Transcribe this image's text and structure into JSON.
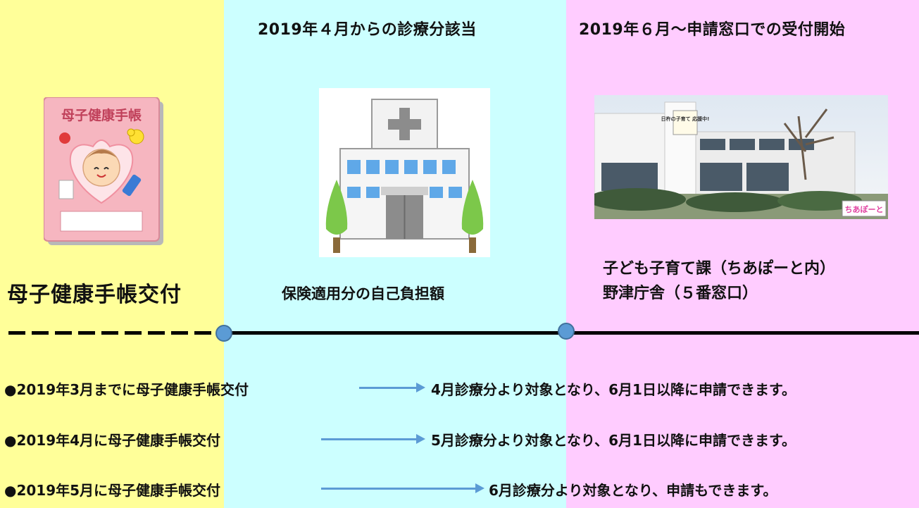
{
  "headers": {
    "treatment": "2019年４月からの診療分該当",
    "application": "2019年６月～申請窓口での受付開始"
  },
  "captions": {
    "handbook": "母子健康手帳交付",
    "insurance": "保険適用分の自己負担額",
    "office_line1": "子ども子育て課（ちあぽーと内）",
    "office_line2": "野津庁舎（５番窓口）"
  },
  "image_text": {
    "handbook_cover": "母子健康手帳",
    "building_sign": "ちあぽーと",
    "building_banner": "日杵の子育て 応援中!"
  },
  "rows": [
    {
      "condition": "●2019年3月までに母子健康手帳交付",
      "result": "4月診療分より対象となり、6月1日以降に申請できます。"
    },
    {
      "condition": "●2019年4月に母子健康手帳交付",
      "result": "5月診療分より対象となり、6月1日以降に申請できます。"
    },
    {
      "condition": "●2019年5月に母子健康手帳交付",
      "result": "6月診療分より対象となり、申請もできます。"
    }
  ],
  "colors": {
    "yellow_panel": "#ffff99",
    "cyan_panel": "#ccffff",
    "pink_panel": "#ffccff",
    "timeline_marker": "#5b9bd5",
    "arrow": "#5b9bd5"
  },
  "icons": {
    "handbook": "maternal-handbook-icon",
    "hospital": "hospital-building-icon",
    "office": "office-building-photo"
  }
}
